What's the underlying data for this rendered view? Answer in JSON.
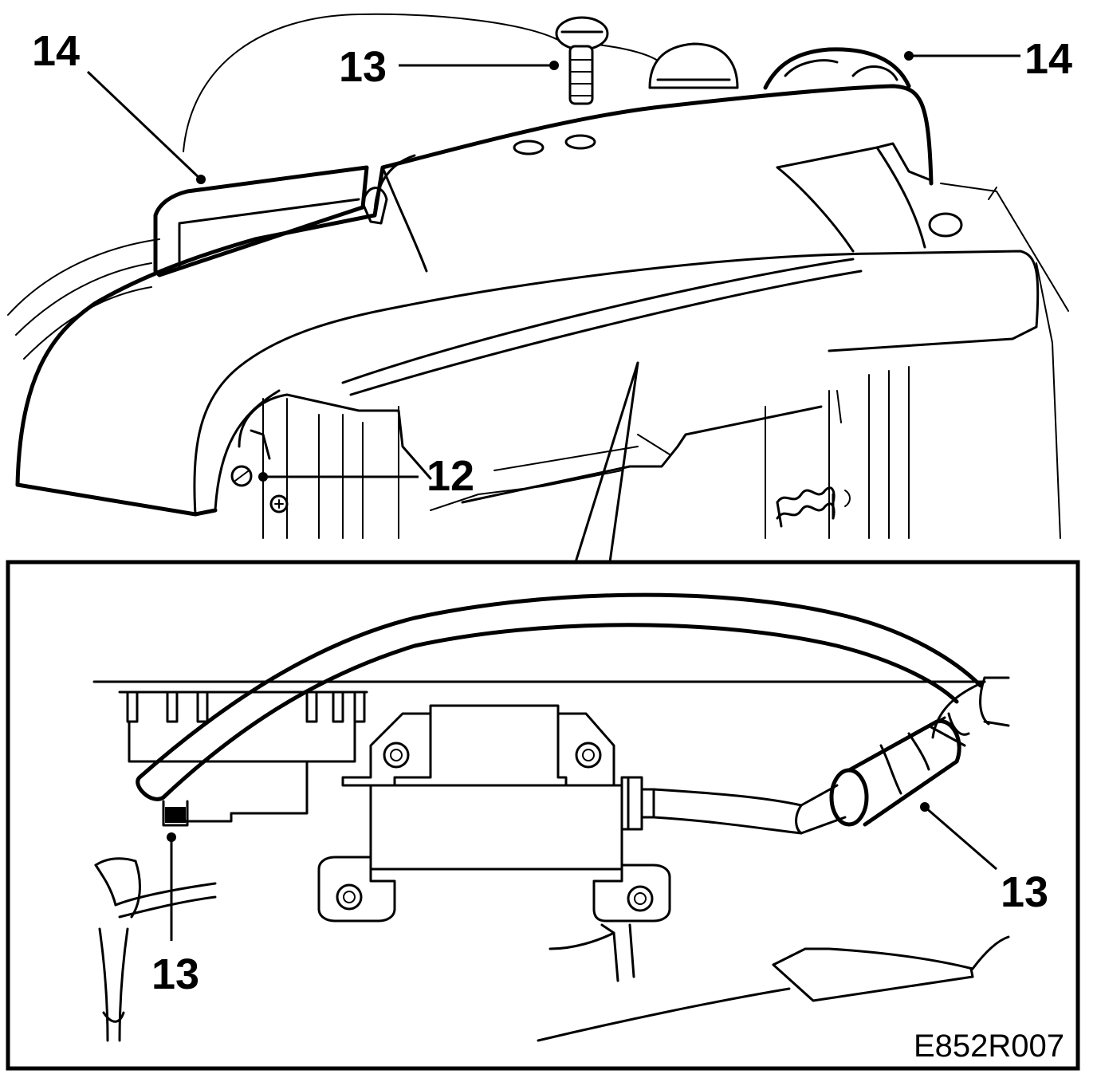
{
  "callouts": {
    "c14_left": "14",
    "c13_top": "13",
    "c14_right": "14",
    "c12": "12",
    "c13_inset_right": "13",
    "c13_inset_left": "13"
  },
  "drawing_code": "E852R007",
  "colors": {
    "line": "#000000",
    "background": "#ffffff"
  }
}
